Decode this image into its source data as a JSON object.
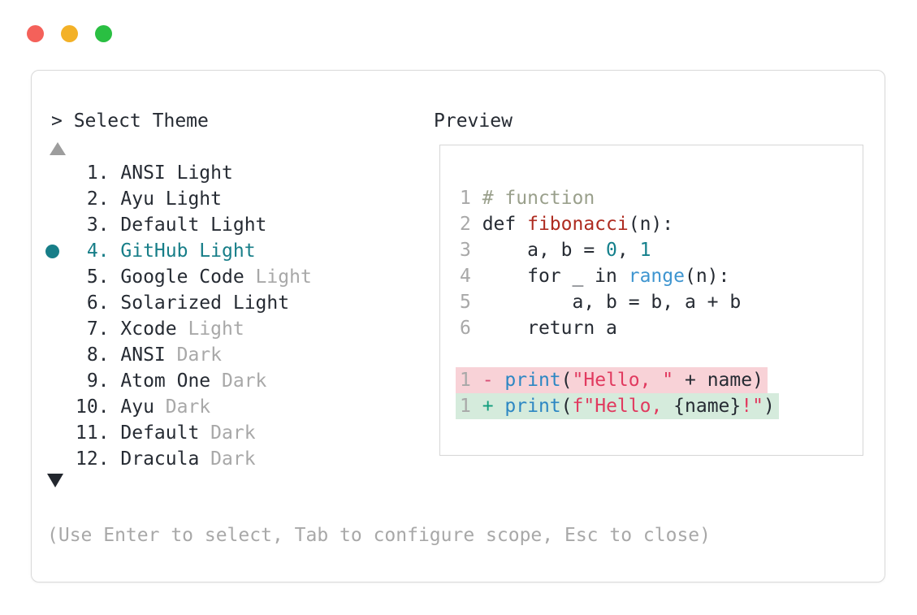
{
  "palette": {
    "trafficRed": "#f4615a",
    "trafficYellow": "#f3b127",
    "trafficGreen": "#2abf42",
    "ink": "#262b33",
    "muted": "#a8a8a8",
    "selected": "#177e88",
    "scrollUp": "#9d9d9d",
    "scrollDown": "#23272e",
    "delBg": "#f8d2d7",
    "insBg": "#d5ebdc",
    "tokens": {
      "ink": "#262b33",
      "lineno": "#a8a8a8",
      "comment": "#9aa08c",
      "func": "#ae2b20",
      "number": "#14808c",
      "builtin": "#3e95d0",
      "call": "#2d87c3",
      "string": "#e13a5f",
      "del": "#d94f76",
      "ins": "#129e7e"
    }
  },
  "window": {
    "traffic_lights": [
      "close",
      "minimize",
      "maximize"
    ]
  },
  "icons": {
    "scroll_up": "▲",
    "scroll_down": "▼",
    "selected_bullet": "●"
  },
  "picker": {
    "title": "> Select Theme",
    "items": [
      {
        "number": "1.",
        "name": "ANSI Light",
        "muted": "",
        "selected": false
      },
      {
        "number": "2.",
        "name": "Ayu Light",
        "muted": "",
        "selected": false
      },
      {
        "number": "3.",
        "name": "Default Light",
        "muted": "",
        "selected": false
      },
      {
        "number": "4.",
        "name": "GitHub Light",
        "muted": "",
        "selected": true
      },
      {
        "number": "5.",
        "name": "Google Code",
        "muted": "Light",
        "selected": false
      },
      {
        "number": "6.",
        "name": "Solarized Light",
        "muted": "",
        "selected": false
      },
      {
        "number": "7.",
        "name": "Xcode",
        "muted": "Light",
        "selected": false
      },
      {
        "number": "8.",
        "name": "ANSI",
        "muted": "Dark",
        "selected": false
      },
      {
        "number": "9.",
        "name": "Atom One",
        "muted": "Dark",
        "selected": false
      },
      {
        "number": "10.",
        "name": "Ayu",
        "muted": "Dark",
        "selected": false
      },
      {
        "number": "11.",
        "name": "Default",
        "muted": "Dark",
        "selected": false
      },
      {
        "number": "12.",
        "name": "Dracula",
        "muted": "Dark",
        "selected": false
      }
    ],
    "help": "(Use Enter to select, Tab to configure scope, Esc to close)"
  },
  "preview": {
    "title": "Preview",
    "lines": [
      {
        "num": "1",
        "kind": "code",
        "tokens": [
          [
            "# function",
            "comment"
          ]
        ]
      },
      {
        "num": "2",
        "kind": "code",
        "tokens": [
          [
            "def ",
            "ink"
          ],
          [
            "fibonacci",
            "func"
          ],
          [
            "(n):",
            "ink"
          ]
        ]
      },
      {
        "num": "3",
        "kind": "code",
        "tokens": [
          [
            "    a, b = ",
            "ink"
          ],
          [
            "0",
            "number"
          ],
          [
            ", ",
            "ink"
          ],
          [
            "1",
            "number"
          ]
        ]
      },
      {
        "num": "4",
        "kind": "code",
        "tokens": [
          [
            "    for _ in ",
            "ink"
          ],
          [
            "range",
            "builtin"
          ],
          [
            "(n):",
            "ink"
          ]
        ]
      },
      {
        "num": "5",
        "kind": "code",
        "tokens": [
          [
            "        a, b = b, a + b",
            "ink"
          ]
        ]
      },
      {
        "num": "6",
        "kind": "code",
        "tokens": [
          [
            "    return a",
            "ink"
          ]
        ]
      },
      {
        "num": "",
        "kind": "blank",
        "tokens": []
      },
      {
        "num": "1",
        "kind": "del",
        "tokens": [
          [
            "-",
            "del"
          ],
          [
            " ",
            "ink"
          ],
          [
            "print",
            "call"
          ],
          [
            "(",
            "ink"
          ],
          [
            "\"Hello, \"",
            "string"
          ],
          [
            " + name)",
            "ink"
          ]
        ]
      },
      {
        "num": "1",
        "kind": "ins",
        "tokens": [
          [
            "+",
            "ins"
          ],
          [
            " ",
            "ink"
          ],
          [
            "print",
            "call"
          ],
          [
            "(",
            "ink"
          ],
          [
            "f\"Hello, ",
            "string"
          ],
          [
            "{name}",
            "ink"
          ],
          [
            "!\"",
            "string"
          ],
          [
            ")",
            "ink"
          ]
        ]
      }
    ]
  }
}
